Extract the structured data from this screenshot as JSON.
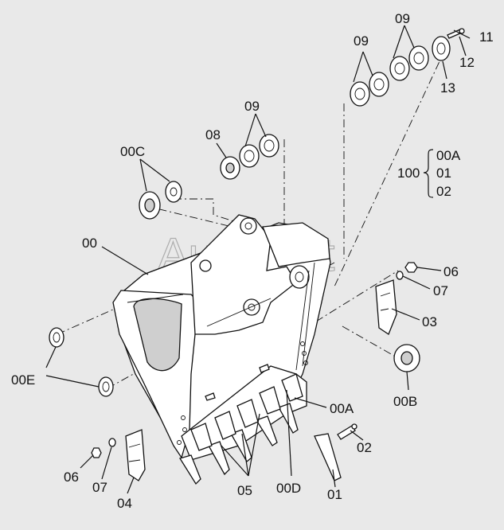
{
  "watermark": "AutoSoft",
  "labels": {
    "p09a": "09",
    "p09b": "09",
    "p09c": "09",
    "p11": "11",
    "p12": "12",
    "p13": "13",
    "p08": "08",
    "p00C": "00C",
    "p00": "00",
    "p00E": "00E",
    "p06r": "06",
    "p07r": "07",
    "p03": "03",
    "p00B": "00B",
    "p00A": "00A",
    "p02": "02",
    "p06l": "06",
    "p07l": "07",
    "p04": "04",
    "p05": "05",
    "p00D": "00D",
    "p01": "01"
  },
  "assembly": {
    "number": "100",
    "items": [
      "00A",
      "01",
      "02"
    ]
  }
}
